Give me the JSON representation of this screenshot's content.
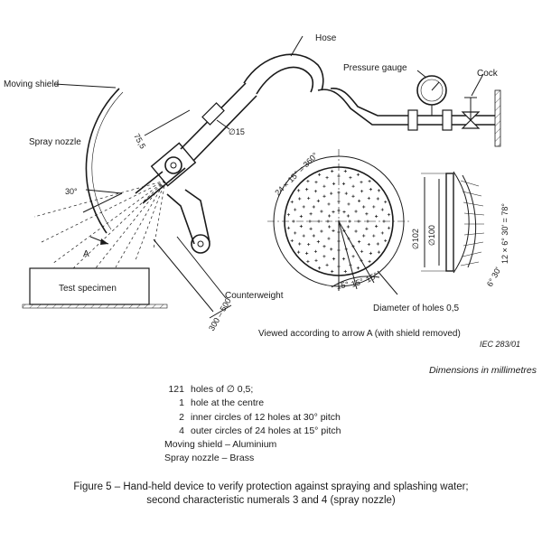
{
  "labels": {
    "hose": "Hose",
    "pressure_gauge": "Pressure gauge",
    "cock": "Cock",
    "moving_shield": "Moving shield",
    "spray_nozzle": "Spray nozzle",
    "counterweight": "Counterweight",
    "test_specimen": "Test specimen",
    "arrow_a": "A",
    "viewed_note": "Viewed according to arrow A (with shield removed)",
    "diameter_holes": "Diameter of holes 0,5",
    "iec_ref": "IEC   283/01"
  },
  "dimensions": {
    "d15": "∅15",
    "len_75_5": "75,5",
    "angle_30": "30°",
    "range_300_500": "300 – 500",
    "pitch_24x15": "24 × 15° = 360°",
    "d102": "∅102",
    "d100": "∅100",
    "pitch_12x6": "12 × 6° 30' = 78°",
    "angle_6_30": "6° 30'",
    "angle_15_a": "15°",
    "angle_15_b": "15°",
    "angle_15_c": "15°"
  },
  "units_note": "Dimensions in millimetres",
  "legend": [
    {
      "num": "121",
      "text": "holes of ∅ 0,5;"
    },
    {
      "num": "1",
      "text": "hole at the centre"
    },
    {
      "num": "2",
      "text": "inner circles of 12 holes at 30° pitch"
    },
    {
      "num": "4",
      "text": "outer circles of 24 holes at 15° pitch"
    }
  ],
  "materials": [
    "Moving shield – Aluminium",
    "Spray nozzle – Brass"
  ],
  "caption": {
    "line1": "Figure 5 – Hand-held device to verify protection against spraying and splashing water;",
    "line2": "second characteristic numerals 3 and 4 (spray nozzle)"
  }
}
